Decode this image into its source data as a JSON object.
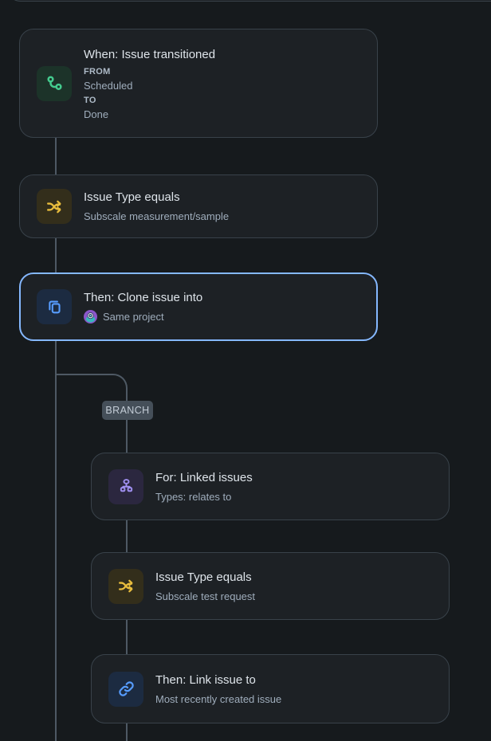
{
  "theme": {
    "background": "#161A1D",
    "card_background": "#1D2125",
    "card_border": "#39424A",
    "selected_border": "#85B8FF",
    "connector": "#4E5964",
    "title_color": "#DEE4EA",
    "subtitle_color": "#9FADBC",
    "accents": {
      "green": {
        "bg": "#1C3329",
        "fg": "#44CB8E"
      },
      "yellow": {
        "bg": "#332E1B",
        "fg": "#E9BD3D"
      },
      "blue": {
        "bg": "#1C2B41",
        "fg": "#579DFF"
      },
      "purple": {
        "bg": "#2B273F",
        "fg": "#9F8FEF"
      }
    }
  },
  "branch": {
    "label": "BRANCH"
  },
  "cards": [
    {
      "title": "When: Issue transitioned",
      "icon": "transition-icon",
      "accent": "green",
      "details": [
        {
          "label": "FROM",
          "value": "Scheduled"
        },
        {
          "label": "TO",
          "value": "Done"
        }
      ]
    },
    {
      "title": "Issue Type equals",
      "subtitle": "Subscale measurement/sample",
      "icon": "shuffle-icon",
      "accent": "yellow"
    },
    {
      "title": "Then: Clone issue into",
      "subtitle": "Same project",
      "icon": "clone-icon",
      "accent": "blue",
      "selected": true,
      "has_project_avatar": true
    },
    {
      "title": "For: Linked issues",
      "subtitle": "Types: relates to",
      "icon": "org-chart-icon",
      "accent": "purple"
    },
    {
      "title": "Issue Type equals",
      "subtitle": "Subscale test request",
      "icon": "shuffle-icon",
      "accent": "yellow"
    },
    {
      "title": "Then: Link issue to",
      "subtitle": "Most recently created issue",
      "icon": "link-icon",
      "accent": "blue"
    }
  ]
}
